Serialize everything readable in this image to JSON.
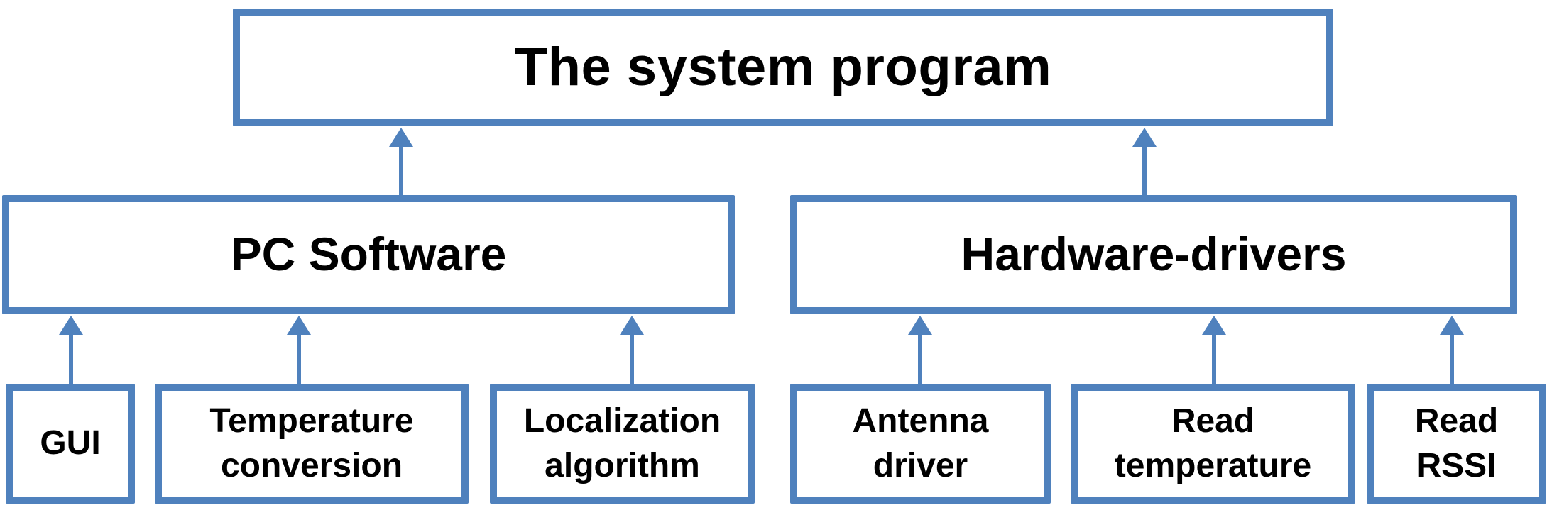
{
  "diagram": {
    "type": "hierarchy-block-diagram",
    "direction": "bottom-up-arrows",
    "nodes": {
      "system_program": {
        "label": "The system program",
        "level": 1
      },
      "pc_software": {
        "label": "PC Software",
        "level": 2
      },
      "hardware_drivers": {
        "label": "Hardware-drivers",
        "level": 2
      },
      "gui": {
        "label": "GUI",
        "level": 3
      },
      "temperature_conversion": {
        "label": "Temperature conversion",
        "level": 3
      },
      "localization_algorithm": {
        "label": "Localization algorithm",
        "level": 3
      },
      "antenna_driver": {
        "label": "Antenna driver",
        "level": 3
      },
      "read_temperature": {
        "label": "Read temperature",
        "level": 3
      },
      "read_rssi": {
        "label": "Read RSSI",
        "level": 3
      }
    },
    "edges": [
      {
        "from": "pc_software",
        "to": "system_program"
      },
      {
        "from": "hardware_drivers",
        "to": "system_program"
      },
      {
        "from": "gui",
        "to": "pc_software"
      },
      {
        "from": "temperature_conversion",
        "to": "pc_software"
      },
      {
        "from": "localization_algorithm",
        "to": "pc_software"
      },
      {
        "from": "antenna_driver",
        "to": "hardware_drivers"
      },
      {
        "from": "read_temperature",
        "to": "hardware_drivers"
      },
      {
        "from": "read_rssi",
        "to": "hardware_drivers"
      }
    ]
  },
  "colors": {
    "node_border": "#4f81bd",
    "arrow": "#4f81bd",
    "text": "#000000",
    "background": "#ffffff"
  }
}
